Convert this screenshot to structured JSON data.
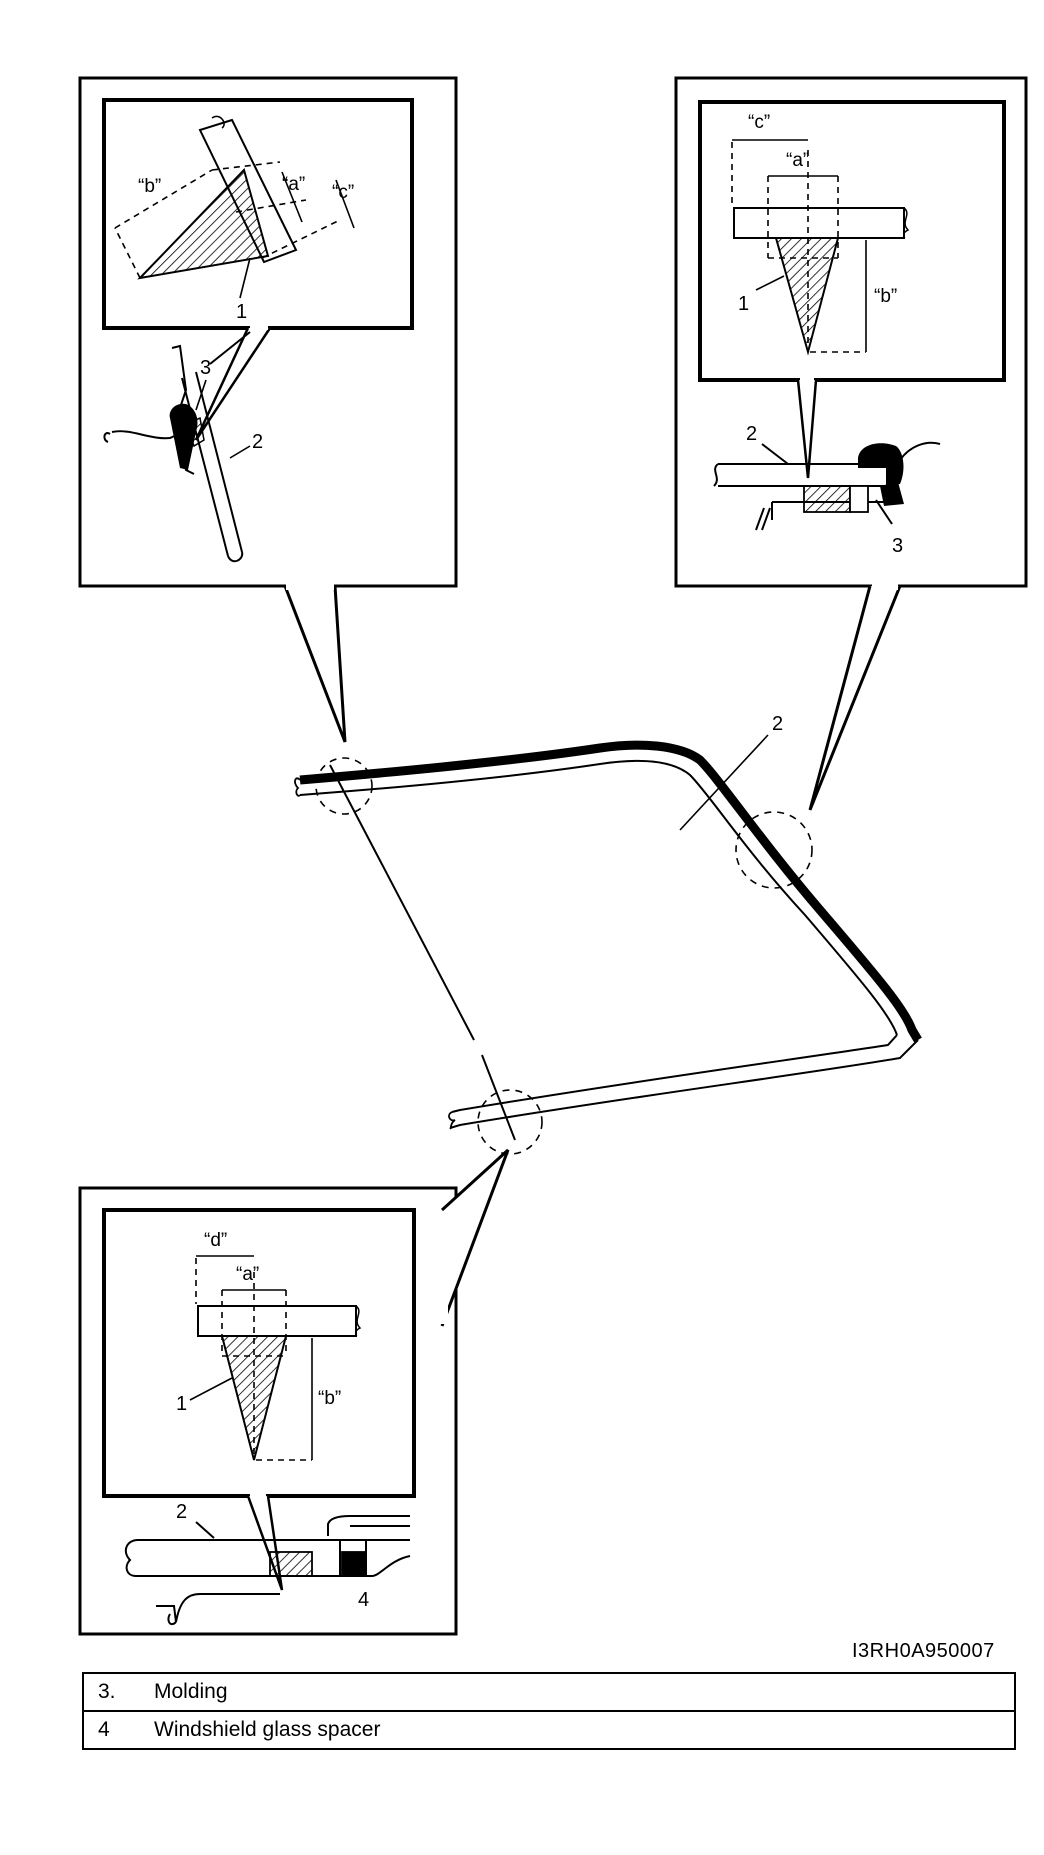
{
  "labels": {
    "one": "1",
    "two": "2",
    "three": "3",
    "four": "4"
  },
  "dimensions": {
    "a": "“a”",
    "b": "“b”",
    "c": "“c”",
    "d": "“d”"
  },
  "figure_code": "I3RH0A950007",
  "legend": [
    {
      "number": "3.",
      "text": "Molding"
    },
    {
      "number": "4",
      "text": "Windshield glass spacer"
    }
  ]
}
